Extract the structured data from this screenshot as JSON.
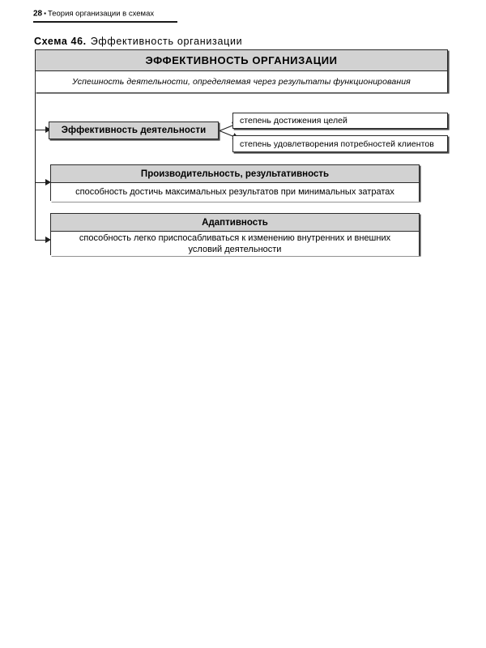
{
  "page": {
    "running_head": {
      "folio": "28",
      "separator": "▪",
      "title": "Теория организации в схемах"
    },
    "caption": {
      "number": "Схема 46.",
      "text": "Эффективность организации"
    }
  },
  "colors": {
    "band_gray": "#d2d2d2",
    "border": "#2b2b2b",
    "shadow": "#4a4a4a",
    "text": "#000000",
    "page_background": "#ffffff"
  },
  "diagram": {
    "root": {
      "header": "ЭФФЕКТИВНОСТЬ ОРГАНИЗАЦИИ",
      "subtitle": "Успешность деятельности, определяемая через результаты функционирования"
    },
    "branches": [
      {
        "title": "Эффективность деятельности",
        "children": [
          "степень достижения целей",
          "степень удовлетворения потребностей клиентов"
        ]
      },
      {
        "title": "Производительность, результативность",
        "description": "способность достичь максимальных результатов при минимальных затратах"
      },
      {
        "title": "Адаптивность",
        "description_line1": "способность легко приспосабливаться к изменению внутренних и внешних",
        "description_line2": "условий деятельности"
      }
    ]
  }
}
